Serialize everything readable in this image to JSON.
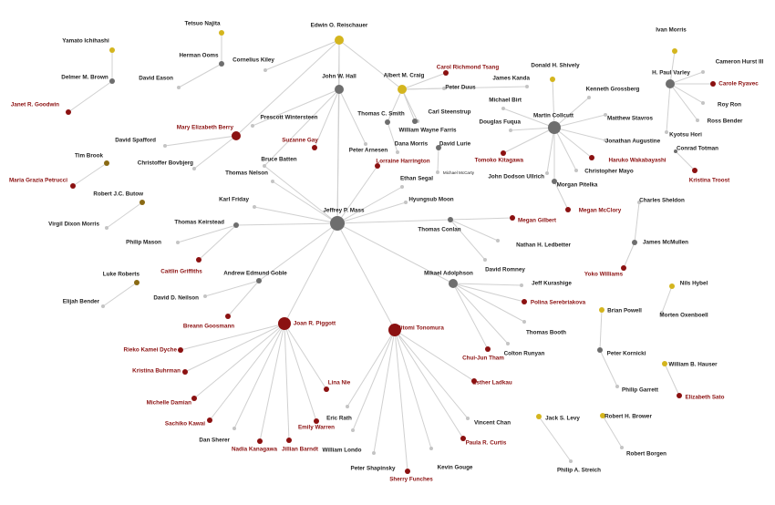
{
  "colors": {
    "red": "#8b1111",
    "gray": "#6e6e6e",
    "light": "#c4c4c4",
    "gold": "#d4b51e",
    "olive": "#8a6a14",
    "edge": "#d0d0d0",
    "text": "#222222",
    "text_red": "#8b1111"
  },
  "nodes": [
    {
      "id": "mass",
      "label": "Jeffrey P. Mass",
      "size": "xl",
      "color": "gray"
    },
    {
      "id": "reischauer",
      "label": "Edwin O. Reischauer",
      "size": "m",
      "color": "gold"
    },
    {
      "id": "hall",
      "label": "John W. Hall",
      "size": "m",
      "color": "gray"
    },
    {
      "id": "craig",
      "label": "Albert M. Craig",
      "size": "m",
      "color": "gold"
    },
    {
      "id": "collcutt",
      "label": "Martin Collcutt",
      "size": "l",
      "color": "gray"
    },
    {
      "id": "varley",
      "label": "H. Paul Varley",
      "size": "m",
      "color": "gray"
    },
    {
      "id": "shively",
      "label": "Donald H. Shively",
      "size": "s",
      "color": "gold"
    },
    {
      "id": "morris",
      "label": "Ivan Morris",
      "size": "s",
      "color": "gold"
    },
    {
      "id": "ooms",
      "label": "Herman Ooms",
      "size": "s",
      "color": "gray"
    },
    {
      "id": "najita",
      "label": "Tetsuo Najita",
      "size": "s",
      "color": "gold"
    },
    {
      "id": "brown",
      "label": "Delmer M. Brown",
      "size": "s",
      "color": "gray"
    },
    {
      "id": "ichihashi",
      "label": "Yamato Ichihashi",
      "size": "s",
      "color": "gold"
    },
    {
      "id": "goodwin",
      "label": "Janet R. Goodwin",
      "size": "s",
      "color": "red",
      "red": true
    },
    {
      "id": "eason",
      "label": "David Eason",
      "size": "xs",
      "color": "light"
    },
    {
      "id": "kiley",
      "label": "Cornelius Kiley",
      "size": "xs",
      "color": "light"
    },
    {
      "id": "berry",
      "label": "Mary Elizabeth Berry",
      "size": "m",
      "color": "red",
      "red": true
    },
    {
      "id": "spafford",
      "label": "David Spafford",
      "size": "xs",
      "color": "light"
    },
    {
      "id": "bovbjerg",
      "label": "Christoffer Bovbjerg",
      "size": "xs",
      "color": "light"
    },
    {
      "id": "wintersteen",
      "label": "Prescott Wintersteen",
      "size": "xs",
      "color": "light"
    },
    {
      "id": "gay",
      "label": "Suzanne Gay",
      "size": "s",
      "color": "red",
      "red": true
    },
    {
      "id": "batten",
      "label": "Bruce Batten",
      "size": "xs",
      "color": "light"
    },
    {
      "id": "nelson",
      "label": "Thomas Nelson",
      "size": "xs",
      "color": "light"
    },
    {
      "id": "arnesen",
      "label": "Peter Arnesen",
      "size": "xs",
      "color": "light"
    },
    {
      "id": "tsang",
      "label": "Carol Richmond Tsang",
      "size": "s",
      "color": "red",
      "red": true
    },
    {
      "id": "duus",
      "label": "Peter Duus",
      "size": "xs",
      "color": "light"
    },
    {
      "id": "steenstrup",
      "label": "Carl Steenstrup",
      "size": "xs",
      "color": "light"
    },
    {
      "id": "smith",
      "label": "Thomas C. Smith",
      "size": "s",
      "color": "gray"
    },
    {
      "id": "farris",
      "label": "William Wayne Farris",
      "size": "s",
      "color": "gray"
    },
    {
      "id": "morrisdana",
      "label": "Dana Morris",
      "size": "xs",
      "color": "light"
    },
    {
      "id": "lurie",
      "label": "David Lurie",
      "size": "s",
      "color": "gray"
    },
    {
      "id": "mccarty",
      "label": "Michael McCarty",
      "size": "xs",
      "color": "light",
      "small": true
    },
    {
      "id": "harrington",
      "label": "Lorraine Harrington",
      "size": "s",
      "color": "red",
      "red": true
    },
    {
      "id": "segal",
      "label": "Ethan Segal",
      "size": "xs",
      "color": "light"
    },
    {
      "id": "moon",
      "label": "Hyungsub Moon",
      "size": "xs",
      "color": "light"
    },
    {
      "id": "kanda",
      "label": "James Kanda",
      "size": "xs",
      "color": "light"
    },
    {
      "id": "birt",
      "label": "Michael Birt",
      "size": "xs",
      "color": "light"
    },
    {
      "id": "fuqua",
      "label": "Douglas Fuqua",
      "size": "xs",
      "color": "light"
    },
    {
      "id": "grossberg",
      "label": "Kenneth Grossberg",
      "size": "xs",
      "color": "light"
    },
    {
      "id": "stavros",
      "label": "Matthew Stavros",
      "size": "xs",
      "color": "light"
    },
    {
      "id": "augustine",
      "label": "Jonathan Augustine",
      "size": "xs",
      "color": "light"
    },
    {
      "id": "wakabayashi",
      "label": "Haruko Wakabayashi",
      "size": "s",
      "color": "red",
      "red": true
    },
    {
      "id": "mayo",
      "label": "Christopher Mayo",
      "size": "xs",
      "color": "light"
    },
    {
      "id": "kitagawa",
      "label": "Tomoko Kitagawa",
      "size": "s",
      "color": "red",
      "red": true
    },
    {
      "id": "ullrich",
      "label": "John Dodson Ullrich",
      "size": "xs",
      "color": "light"
    },
    {
      "id": "pitelka",
      "label": "Morgan Pitelka",
      "size": "s",
      "color": "gray"
    },
    {
      "id": "mcclory",
      "label": "Megan McClory",
      "size": "s",
      "color": "red",
      "red": true
    },
    {
      "id": "hurst",
      "label": "Cameron Hurst III",
      "size": "xs",
      "color": "light"
    },
    {
      "id": "ryavec",
      "label": "Carole Ryavec",
      "size": "s",
      "color": "red",
      "red": true
    },
    {
      "id": "royron",
      "label": "Roy Ron",
      "size": "xs",
      "color": "light"
    },
    {
      "id": "bender",
      "label": "Ross Bender",
      "size": "xs",
      "color": "light"
    },
    {
      "id": "hori",
      "label": "Kyotsu Hori",
      "size": "xs",
      "color": "light"
    },
    {
      "id": "totman",
      "label": "Conrad Totman",
      "size": "xs",
      "color": "gray"
    },
    {
      "id": "troost",
      "label": "Kristina Troost",
      "size": "s",
      "color": "red",
      "red": true
    },
    {
      "id": "brook",
      "label": "Tim Brook",
      "size": "s",
      "color": "olive"
    },
    {
      "id": "petrucci",
      "label": "Maria Grazia Petrucci",
      "size": "s",
      "color": "red",
      "red": true
    },
    {
      "id": "butow",
      "label": "Robert J.C. Butow",
      "size": "s",
      "color": "olive"
    },
    {
      "id": "dixon",
      "label": "Virgil Dixon Morris",
      "size": "xs",
      "color": "light"
    },
    {
      "id": "friday",
      "label": "Karl Friday",
      "size": "xs",
      "color": "light"
    },
    {
      "id": "keirstead",
      "label": "Thomas Keirstead",
      "size": "s",
      "color": "gray"
    },
    {
      "id": "mason",
      "label": "Philip Mason",
      "size": "xs",
      "color": "light"
    },
    {
      "id": "griffiths",
      "label": "Caitlin Griffiths",
      "size": "s",
      "color": "red",
      "red": true
    },
    {
      "id": "roberts",
      "label": "Luke Roberts",
      "size": "s",
      "color": "olive"
    },
    {
      "id": "elijah",
      "label": "Elijah Bender",
      "size": "xs",
      "color": "light"
    },
    {
      "id": "goble",
      "label": "Andrew Edmund Goble",
      "size": "s",
      "color": "gray"
    },
    {
      "id": "neilson",
      "label": "David D. Neilson",
      "size": "xs",
      "color": "light"
    },
    {
      "id": "goosmann",
      "label": "Breann Goosmann",
      "size": "s",
      "color": "red",
      "red": true
    },
    {
      "id": "conlan",
      "label": "Thomas Conlan",
      "size": "s",
      "color": "gray"
    },
    {
      "id": "gilbert",
      "label": "Megan Gilbert",
      "size": "s",
      "color": "red",
      "red": true
    },
    {
      "id": "ledbetter",
      "label": "Nathan H. Ledbetter",
      "size": "xs",
      "color": "light"
    },
    {
      "id": "romney",
      "label": "David Romney",
      "size": "xs",
      "color": "light"
    },
    {
      "id": "sheldon",
      "label": "Charles Sheldon",
      "size": "xs",
      "color": "light"
    },
    {
      "id": "mcmullen",
      "label": "James McMullen",
      "size": "s",
      "color": "gray"
    },
    {
      "id": "williams",
      "label": "Yoko Williams",
      "size": "s",
      "color": "red",
      "red": true
    },
    {
      "id": "adolphson",
      "label": "Mikael Adolphson",
      "size": "m",
      "color": "gray"
    },
    {
      "id": "kurashige",
      "label": "Jeff Kurashige",
      "size": "xs",
      "color": "light"
    },
    {
      "id": "serebriakova",
      "label": "Polina Serebriakova",
      "size": "s",
      "color": "red",
      "red": true
    },
    {
      "id": "booth",
      "label": "Thomas Booth",
      "size": "xs",
      "color": "light"
    },
    {
      "id": "runyan",
      "label": "Colton Runyan",
      "size": "xs",
      "color": "light"
    },
    {
      "id": "tham",
      "label": "Chui-Jun Tham",
      "size": "s",
      "color": "red",
      "red": true
    },
    {
      "id": "hybel",
      "label": "Nils Hybel",
      "size": "s",
      "color": "gold"
    },
    {
      "id": "oxenboell",
      "label": "Morten Oxenboell",
      "size": "xs",
      "color": "light"
    },
    {
      "id": "powell",
      "label": "Brian Powell",
      "size": "s",
      "color": "gold"
    },
    {
      "id": "kornicki",
      "label": "Peter Kornicki",
      "size": "s",
      "color": "gray"
    },
    {
      "id": "garrett",
      "label": "Philip Garrett",
      "size": "xs",
      "color": "light"
    },
    {
      "id": "hauser",
      "label": "William B. Hauser",
      "size": "s",
      "color": "gold"
    },
    {
      "id": "sato",
      "label": "Elizabeth Sato",
      "size": "s",
      "color": "red",
      "red": true
    },
    {
      "id": "piggott",
      "label": "Joan R. Piggott",
      "size": "l",
      "color": "red",
      "red": true
    },
    {
      "id": "dyche",
      "label": "Rieko Kamei Dyche",
      "size": "s",
      "color": "red",
      "red": true
    },
    {
      "id": "buhrman",
      "label": "Kristina Buhrman",
      "size": "s",
      "color": "red",
      "red": true
    },
    {
      "id": "damian",
      "label": "Michelle Damian",
      "size": "s",
      "color": "red",
      "red": true
    },
    {
      "id": "kawai",
      "label": "Sachiko Kawai",
      "size": "s",
      "color": "red",
      "red": true
    },
    {
      "id": "sherer",
      "label": "Dan Sherer",
      "size": "xs",
      "color": "light"
    },
    {
      "id": "kanagawa",
      "label": "Nadia Kanagawa",
      "size": "s",
      "color": "red",
      "red": true
    },
    {
      "id": "barndt",
      "label": "Jillian Barndt",
      "size": "s",
      "color": "red",
      "red": true
    },
    {
      "id": "warren",
      "label": "Emily Warren",
      "size": "s",
      "color": "red",
      "red": true
    },
    {
      "id": "nie",
      "label": "Lina Nie",
      "size": "s",
      "color": "red",
      "red": true
    },
    {
      "id": "tonomura",
      "label": "Hitomi Tonomura",
      "size": "l",
      "color": "red",
      "red": true
    },
    {
      "id": "rath",
      "label": "Eric Rath",
      "size": "xs",
      "color": "light"
    },
    {
      "id": "londo",
      "label": "William Londo",
      "size": "xs",
      "color": "light"
    },
    {
      "id": "shapinsky",
      "label": "Peter Shapinsky",
      "size": "xs",
      "color": "light"
    },
    {
      "id": "funches",
      "label": "Sherry Funches",
      "size": "s",
      "color": "red",
      "red": true
    },
    {
      "id": "gouge",
      "label": "Kevin Gouge",
      "size": "xs",
      "color": "light"
    },
    {
      "id": "curtis",
      "label": "Paula R. Curtis",
      "size": "s",
      "color": "red",
      "red": true
    },
    {
      "id": "chan",
      "label": "Vincent Chan",
      "size": "xs",
      "color": "light"
    },
    {
      "id": "ladkau",
      "label": "Esther Ladkau",
      "size": "s",
      "color": "red",
      "red": true
    },
    {
      "id": "levy",
      "label": "Jack S. Levy",
      "size": "s",
      "color": "gold"
    },
    {
      "id": "streich",
      "label": "Philip A. Streich",
      "size": "xs",
      "color": "light"
    },
    {
      "id": "brower",
      "label": "Robert H. Brower",
      "size": "s",
      "color": "gold"
    },
    {
      "id": "borgen",
      "label": "Robert Borgen",
      "size": "xs",
      "color": "light"
    }
  ],
  "edges": [
    [
      "mass",
      "reischauer"
    ],
    [
      "mass",
      "hall"
    ],
    [
      "mass",
      "batten"
    ],
    [
      "mass",
      "nelson"
    ],
    [
      "mass",
      "harrington"
    ],
    [
      "mass",
      "segal"
    ],
    [
      "mass",
      "moon"
    ],
    [
      "mass",
      "friday"
    ],
    [
      "mass",
      "keirstead"
    ],
    [
      "mass",
      "conlan"
    ],
    [
      "mass",
      "goble"
    ],
    [
      "mass",
      "adolphson"
    ],
    [
      "mass",
      "piggott"
    ],
    [
      "mass",
      "tonomura"
    ],
    [
      "reischauer",
      "craig"
    ],
    [
      "reischauer",
      "hall"
    ],
    [
      "reischauer",
      "kiley"
    ],
    [
      "reischauer",
      "berry"
    ],
    [
      "hall",
      "wintersteen"
    ],
    [
      "hall",
      "gay"
    ],
    [
      "hall",
      "arnesen"
    ],
    [
      "hall",
      "batten"
    ],
    [
      "craig",
      "tsang"
    ],
    [
      "craig",
      "duus"
    ],
    [
      "craig",
      "steenstrup"
    ],
    [
      "craig",
      "smith"
    ],
    [
      "craig",
      "farris"
    ],
    [
      "craig",
      "kanda"
    ],
    [
      "smith",
      "morrisdana"
    ],
    [
      "lurie",
      "mccarty"
    ],
    [
      "ooms",
      "najita"
    ],
    [
      "ooms",
      "eason"
    ],
    [
      "brown",
      "ichihashi"
    ],
    [
      "brown",
      "goodwin"
    ],
    [
      "berry",
      "spafford"
    ],
    [
      "berry",
      "bovbjerg"
    ],
    [
      "shively",
      "collcutt"
    ],
    [
      "collcutt",
      "birt"
    ],
    [
      "collcutt",
      "fuqua"
    ],
    [
      "collcutt",
      "grossberg"
    ],
    [
      "collcutt",
      "stavros"
    ],
    [
      "collcutt",
      "augustine"
    ],
    [
      "collcutt",
      "wakabayashi"
    ],
    [
      "collcutt",
      "mayo"
    ],
    [
      "collcutt",
      "kitagawa"
    ],
    [
      "collcutt",
      "ullrich"
    ],
    [
      "collcutt",
      "pitelka"
    ],
    [
      "pitelka",
      "mcclory"
    ],
    [
      "varley",
      "morris"
    ],
    [
      "varley",
      "hurst"
    ],
    [
      "varley",
      "ryavec"
    ],
    [
      "varley",
      "royron"
    ],
    [
      "varley",
      "bender"
    ],
    [
      "varley",
      "hori"
    ],
    [
      "totman",
      "troost"
    ],
    [
      "brook",
      "petrucci"
    ],
    [
      "butow",
      "dixon"
    ],
    [
      "keirstead",
      "mason"
    ],
    [
      "keirstead",
      "griffiths"
    ],
    [
      "roberts",
      "elijah"
    ],
    [
      "goble",
      "neilson"
    ],
    [
      "goble",
      "goosmann"
    ],
    [
      "conlan",
      "gilbert"
    ],
    [
      "conlan",
      "ledbetter"
    ],
    [
      "conlan",
      "romney"
    ],
    [
      "mcmullen",
      "sheldon"
    ],
    [
      "mcmullen",
      "williams"
    ],
    [
      "adolphson",
      "kurashige"
    ],
    [
      "adolphson",
      "serebriakova"
    ],
    [
      "adolphson",
      "booth"
    ],
    [
      "adolphson",
      "runyan"
    ],
    [
      "adolphson",
      "tham"
    ],
    [
      "hybel",
      "oxenboell"
    ],
    [
      "powell",
      "kornicki"
    ],
    [
      "kornicki",
      "garrett"
    ],
    [
      "hauser",
      "sato"
    ],
    [
      "piggott",
      "dyche"
    ],
    [
      "piggott",
      "buhrman"
    ],
    [
      "piggott",
      "damian"
    ],
    [
      "piggott",
      "kawai"
    ],
    [
      "piggott",
      "sherer"
    ],
    [
      "piggott",
      "kanagawa"
    ],
    [
      "piggott",
      "barndt"
    ],
    [
      "piggott",
      "warren"
    ],
    [
      "piggott",
      "nie"
    ],
    [
      "tonomura",
      "rath"
    ],
    [
      "tonomura",
      "londo"
    ],
    [
      "tonomura",
      "shapinsky"
    ],
    [
      "tonomura",
      "funches"
    ],
    [
      "tonomura",
      "gouge"
    ],
    [
      "tonomura",
      "curtis"
    ],
    [
      "tonomura",
      "chan"
    ],
    [
      "tonomura",
      "ladkau"
    ],
    [
      "levy",
      "streich"
    ],
    [
      "brower",
      "borgen"
    ]
  ]
}
